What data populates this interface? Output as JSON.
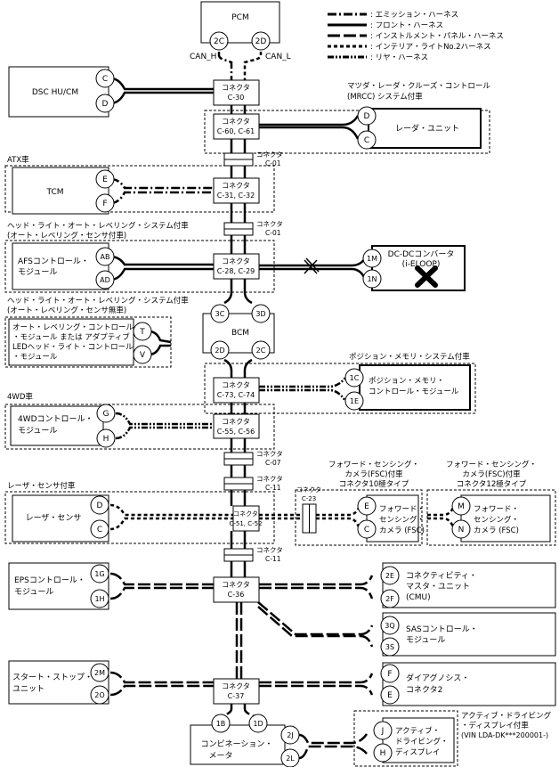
{
  "legend": [
    {
      "id": "emission",
      "label": ": エミッション・ハーネス",
      "dash": "10,3,2,3"
    },
    {
      "id": "front",
      "label": ": フロント・ハーネス",
      "dash": ""
    },
    {
      "id": "ip",
      "label": ": インストルメント・パネル・ハーネス",
      "dash": "14,4"
    },
    {
      "id": "interior",
      "label": ": インテリア・ライトNo.2ハーネス",
      "dash": "4,3"
    },
    {
      "id": "rear",
      "label": ": リヤ・ハーネス",
      "dash": "7,2,2,2,2,2"
    }
  ],
  "pcm": {
    "label": "PCM",
    "pin_a": "2C",
    "pin_b": "2D",
    "can_h": "CAN_H",
    "can_l": "CAN_L"
  },
  "dsc": {
    "label": "DSC HU/CM",
    "pin_a": "C",
    "pin_b": "D"
  },
  "c30": {
    "l1": "コネクタ",
    "l2": "C-30"
  },
  "mrcc": {
    "cond1": "マツダ・レーダ・クルーズ・コントロール",
    "cond2": "(MRCC) システム付車",
    "label": "レーダ・ユニット",
    "pin_a": "D",
    "pin_b": "C"
  },
  "c60": {
    "l1": "コネクタ",
    "l2": "C-60, C-61"
  },
  "c01a": {
    "l1": "コネクタ",
    "l2": "C-01"
  },
  "atx": {
    "cond": "ATX車",
    "label": "TCM",
    "pin_a": "E",
    "pin_b": "F"
  },
  "c31": {
    "l1": "コネクタ",
    "l2": "C-31, C-32"
  },
  "c01b": {
    "l1": "コネクタ",
    "l2": "C-01"
  },
  "afs": {
    "cond1": "ヘッド・ライト・オート・レベリング・システム付車",
    "cond2": "(オート・レベリング・センサ付車)",
    "l1": "AFSコントロール・",
    "l2": "モジュール",
    "pin_a": "AB",
    "pin_b": "AD"
  },
  "c28": {
    "l1": "コネクタ",
    "l2": "C-28, C-29"
  },
  "dcdc": {
    "l1": "DC-DCコンバータ",
    "l2": "(i-ELOOP)",
    "pin_a": "1M",
    "pin_b": "1N"
  },
  "bcm": {
    "label": "BCM",
    "pin_a": "3C",
    "pin_b": "3D",
    "pin_c": "2D",
    "pin_d": "2C"
  },
  "lev": {
    "cond1": "ヘッド・ライト・オート・レベリング・システム付車",
    "cond2": "(オート・レベリング・センサ無車)",
    "l1": "オート・レベリング・コントロール",
    "l2": "・モジュール または アダプティブ",
    "l3": "LEDヘッド・ライト・コントロール",
    "l4": "・モジュール",
    "pin_a": "T",
    "pin_b": "V"
  },
  "pos": {
    "cond": "ポジション・メモリ・システム付車",
    "l1": "ポジション・メモリ・",
    "l2": "コントロール・モジュール",
    "pin_a": "1C",
    "pin_b": "1E"
  },
  "c73": {
    "l1": "コネクタ",
    "l2": "C-73, C-74"
  },
  "awd": {
    "cond": "4WD車",
    "l1": "4WDコントロール・",
    "l2": "モジュール",
    "pin_a": "G",
    "pin_b": "H"
  },
  "c55": {
    "l1": "コネクタ",
    "l2": "C-55, C-56"
  },
  "c07": {
    "l1": "コネクタ",
    "l2": "C-07"
  },
  "c11a": {
    "l1": "コネクタ",
    "l2": "C-11"
  },
  "laser": {
    "cond": "レーザ・センサ付車",
    "label": "レーザ・センサ",
    "pin_a": "D",
    "pin_b": "C"
  },
  "c51": {
    "l1": "コネクタ",
    "l2": "C-51, C-52"
  },
  "c23": {
    "l1": "コネクタ",
    "l2": "C-23"
  },
  "fsc10": {
    "cond1": "フォワード・センシング・",
    "cond2": "カメラ(FSC)付車",
    "cond3": "コネクタ10極タイプ",
    "l1": "フォワード・",
    "l2": "センシング・",
    "l3": "カメラ (FSC)",
    "pin_a": "E",
    "pin_b": "C"
  },
  "fsc12": {
    "cond1": "フォワード・センシング・",
    "cond2": "カメラ(FSC)付車",
    "cond3": "コネクタ12極タイプ",
    "l1": "フォワード・",
    "l2": "センシング・",
    "l3": "カメラ (FSC)",
    "pin_a": "M",
    "pin_b": "N"
  },
  "c11b": {
    "l1": "コネクタ",
    "l2": "C-11"
  },
  "eps": {
    "l1": "EPSコントロール・",
    "l2": "モジュール",
    "pin_a": "1G",
    "pin_b": "1H"
  },
  "c36": {
    "l1": "コネクタ",
    "l2": "C-36"
  },
  "cmu": {
    "l1": "コネクティビティ・",
    "l2": "マスタ・ユニット",
    "l3": "(CMU)",
    "pin_a": "2E",
    "pin_b": "2F"
  },
  "sas": {
    "l1": "SASコントロール・",
    "l2": "モジュール",
    "pin_a": "3Q",
    "pin_b": "3S"
  },
  "ss": {
    "l1": "スタート・ストップ・",
    "l2": "ユニット",
    "pin_a": "2M",
    "pin_b": "2O"
  },
  "c37": {
    "l1": "コネクタ",
    "l2": "C-37"
  },
  "dlc": {
    "l1": "ダイアグノシス・",
    "l2": "コネクタ2",
    "pin_a": "F",
    "pin_b": "E"
  },
  "meter": {
    "l1": "コンビネーション・",
    "l2": "メータ",
    "pin_a": "1B",
    "pin_b": "1D",
    "pin_c": "2J",
    "pin_d": "2L"
  },
  "adisp": {
    "cond1": "アクティブ・ドライビング",
    "cond2": "・ディスプレイ付車",
    "cond3": "(VIN LDA-DK***200001-)",
    "l1": "アクティブ・",
    "l2": "ドライビング・",
    "l3": "ディスプレイ",
    "pin_a": "J",
    "pin_b": "H"
  }
}
